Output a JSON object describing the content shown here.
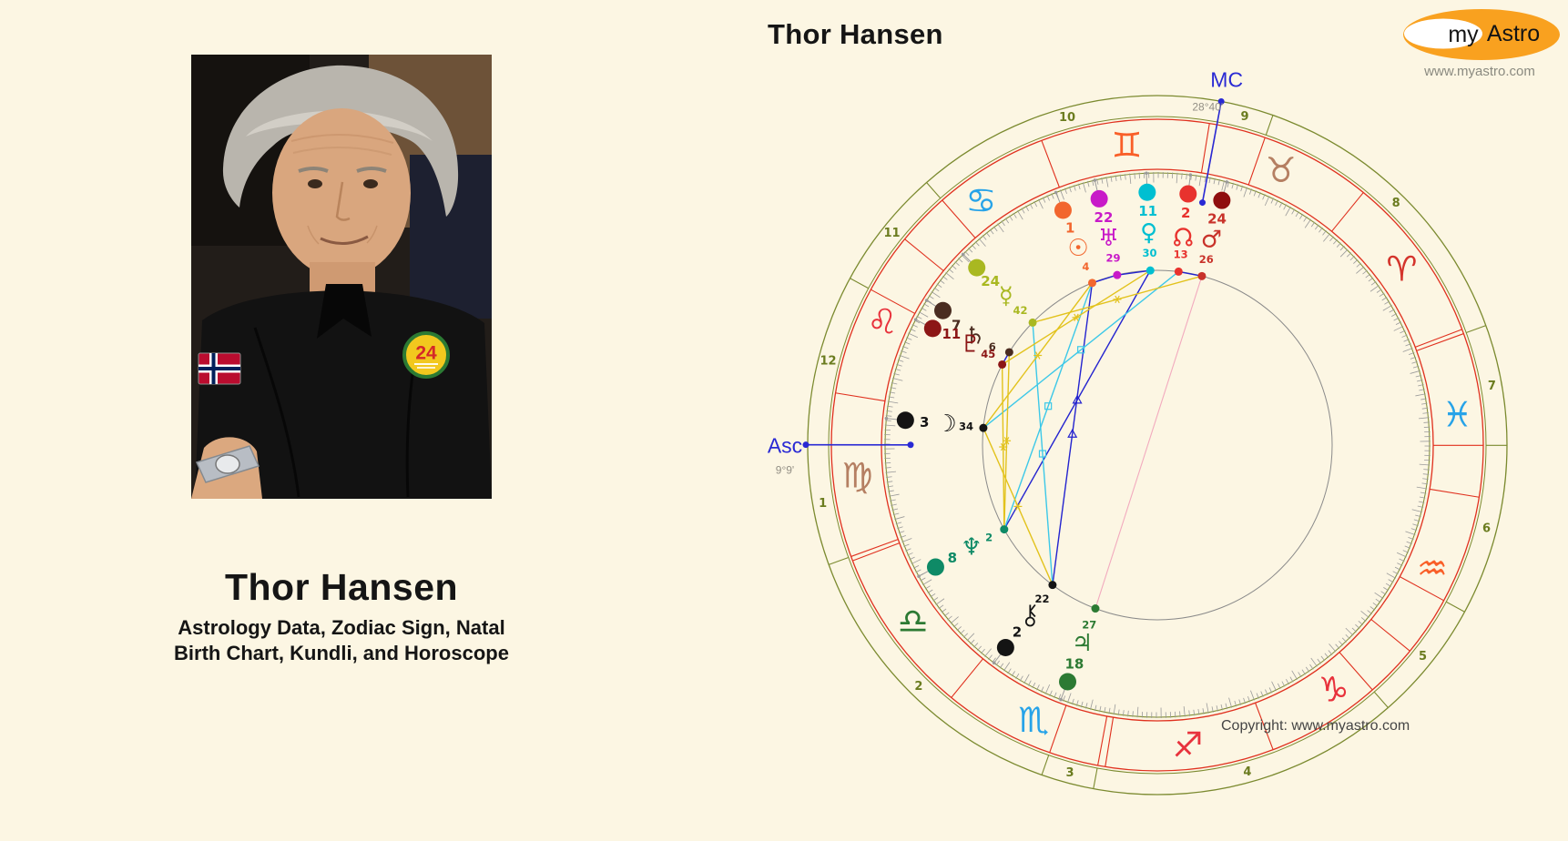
{
  "page": {
    "background": "#fcf6e3",
    "header": {
      "title": "Thor Hansen"
    },
    "logo": {
      "word_my": "my",
      "word_astro": "Astro",
      "website": "www.myastro.com",
      "ellipse_color": "#f9a11f"
    },
    "left": {
      "photo": {
        "badge": "24"
      },
      "title": "Thor Hansen",
      "subtitle_line1": "Astrology Data, Zodiac Sign, Natal",
      "subtitle_line2": "Birth Chart, Kundli, and Horoscope"
    },
    "footer": {
      "copyright": "Copyright: www.myastro.com"
    }
  },
  "chart_data": {
    "type": "natal-wheel",
    "zodiac_rotation_deg": 20.8,
    "palette": {
      "ring_olive": "#7b8a2f",
      "ring_red": "#e0301e",
      "tick_gray": "#9a9a9a",
      "inner_gray": "#8a8a8a",
      "house_number": "#6b7c1f",
      "angle_blue": "#2929d4",
      "degree_text_gray": "#938f85"
    },
    "ascendant": {
      "label": "Asc",
      "value": "9°9'",
      "sign": "Virgo",
      "lon": 159.15
    },
    "mc": {
      "label": "MC",
      "value": "28°40'",
      "sign": "Taurus",
      "lon": 58.67
    },
    "signs": [
      {
        "name": "Aries",
        "glyph": "♈",
        "color": "#d4342c",
        "lon": 15
      },
      {
        "name": "Taurus",
        "glyph": "♉",
        "color": "#b57f62",
        "lon": 45
      },
      {
        "name": "Gemini",
        "glyph": "♊",
        "color": "#f95f28",
        "lon": 75
      },
      {
        "name": "Cancer",
        "glyph": "♋",
        "color": "#27a3e8",
        "lon": 105
      },
      {
        "name": "Leo",
        "glyph": "♌",
        "color": "#e8323c",
        "lon": 135
      },
      {
        "name": "Virgo",
        "glyph": "♍",
        "color": "#b57f62",
        "lon": 165
      },
      {
        "name": "Libra",
        "glyph": "♎",
        "color": "#2c7a33",
        "lon": 195
      },
      {
        "name": "Scorpio",
        "glyph": "♏",
        "color": "#27a3e8",
        "lon": 225
      },
      {
        "name": "Sagittarius",
        "glyph": "♐",
        "color": "#e8323c",
        "lon": 255
      },
      {
        "name": "Capricorn",
        "glyph": "♑",
        "color": "#e8323c",
        "lon": 285
      },
      {
        "name": "Aquarius",
        "glyph": "♒",
        "color": "#f95f28",
        "lon": 315
      },
      {
        "name": "Pisces",
        "glyph": "♓",
        "color": "#27a3e8",
        "lon": 345
      }
    ],
    "house_cusps_lon": [
      159.15,
      179.2,
      229.9,
      238.67,
      290.5,
      310.7,
      339.15,
      359.2,
      49.9,
      58.67,
      110.5,
      130.7
    ],
    "house_numbers": [
      "1",
      "2",
      "3",
      "4",
      "5",
      "6",
      "7",
      "8",
      "9",
      "10",
      "11",
      "12"
    ],
    "planets": [
      {
        "name": "Sun",
        "glyph": "☉",
        "color": "#f2662e",
        "sign": "Cancer",
        "deg": "1",
        "min": "4",
        "lon": 91.07
      },
      {
        "name": "Moon",
        "glyph": "☽",
        "color": "#141414",
        "sign": "Virgo",
        "deg": "3",
        "min": "34",
        "lon": 153.57
      },
      {
        "name": "Mercury",
        "glyph": "☿",
        "color": "#a9b821",
        "sign": "Cancer",
        "deg": "24",
        "min": "42",
        "lon": 114.7
      },
      {
        "name": "Venus",
        "glyph": "♀",
        "color": "#00bfd1",
        "sign": "Gemini",
        "deg": "11",
        "min": "30",
        "lon": 71.5
      },
      {
        "name": "Mars",
        "glyph": "♂",
        "color": "#c8322a",
        "dot_color": "#8f0e0e",
        "sign": "Taurus",
        "deg": "24",
        "min": "26",
        "lon": 54.43
      },
      {
        "name": "Jupiter",
        "glyph": "♃",
        "color": "#2c7a33",
        "sign": "Scorpio",
        "deg": "18",
        "min": "27",
        "lon": 228.45
      },
      {
        "name": "Saturn",
        "glyph": "♄",
        "color": "#4a2c20",
        "sign": "Leo",
        "deg": "7",
        "min": "6",
        "lon": 127.1
      },
      {
        "name": "Uranus",
        "glyph": "♅",
        "color": "#c81ac8",
        "sign": "Gemini",
        "deg": "22",
        "min": "29",
        "lon": 82.48
      },
      {
        "name": "Neptune",
        "glyph": "♆",
        "color": "#0e8a66",
        "sign": "Libra",
        "deg": "8",
        "min": "2",
        "lon": 188.03
      },
      {
        "name": "Pluto",
        "glyph": "♇",
        "color": "#8c1616",
        "sign": "Leo",
        "deg": "11",
        "min": "45",
        "lon": 131.75
      },
      {
        "name": "NorthNode",
        "glyph": "custom-node",
        "color": "#e8322e",
        "sign": "Gemini",
        "deg": "2",
        "min": "13",
        "lon": 62.22
      },
      {
        "name": "Chiron",
        "glyph": "custom-chiron",
        "color": "#141414",
        "sign": "Scorpio",
        "deg": "2",
        "min": "22",
        "lon": 212.37
      }
    ],
    "aspects": [
      {
        "a": "Sun",
        "b": "Uranus",
        "type": "conjunction",
        "color": "#2323cf"
      },
      {
        "a": "Venus",
        "b": "Uranus",
        "type": "conjunction",
        "color": "#2323cf"
      },
      {
        "a": "Mars",
        "b": "NorthNode",
        "type": "conjunction",
        "color": "#2323cf"
      },
      {
        "a": "Saturn",
        "b": "Pluto",
        "type": "conjunction",
        "color": "#2323cf"
      },
      {
        "a": "Venus",
        "b": "Neptune",
        "type": "trine",
        "color": "#2323cf"
      },
      {
        "a": "Sun",
        "b": "Chiron",
        "type": "trine",
        "color": "#2323cf"
      },
      {
        "a": "Sun",
        "b": "Neptune",
        "type": "square",
        "color": "#3cc8e8"
      },
      {
        "a": "Moon",
        "b": "NorthNode",
        "type": "square",
        "color": "#3cc8e8"
      },
      {
        "a": "Mercury",
        "b": "Chiron",
        "type": "square",
        "color": "#3cc8e8"
      },
      {
        "a": "Sun",
        "b": "Moon",
        "type": "sextile",
        "color": "#e2c21c"
      },
      {
        "a": "Mercury",
        "b": "Mars",
        "type": "sextile",
        "color": "#e2c21c"
      },
      {
        "a": "Venus",
        "b": "Pluto",
        "type": "sextile",
        "color": "#e2c21c"
      },
      {
        "a": "Moon",
        "b": "Chiron",
        "type": "sextile",
        "color": "#e2c21c"
      },
      {
        "a": "Saturn",
        "b": "Neptune",
        "type": "sextile",
        "color": "#e2c21c"
      },
      {
        "a": "Neptune",
        "b": "Pluto",
        "type": "sextile",
        "color": "#e2c21c"
      },
      {
        "a": "Mars",
        "b": "Jupiter",
        "type": "opposition",
        "color": "#f2aabe"
      }
    ]
  }
}
